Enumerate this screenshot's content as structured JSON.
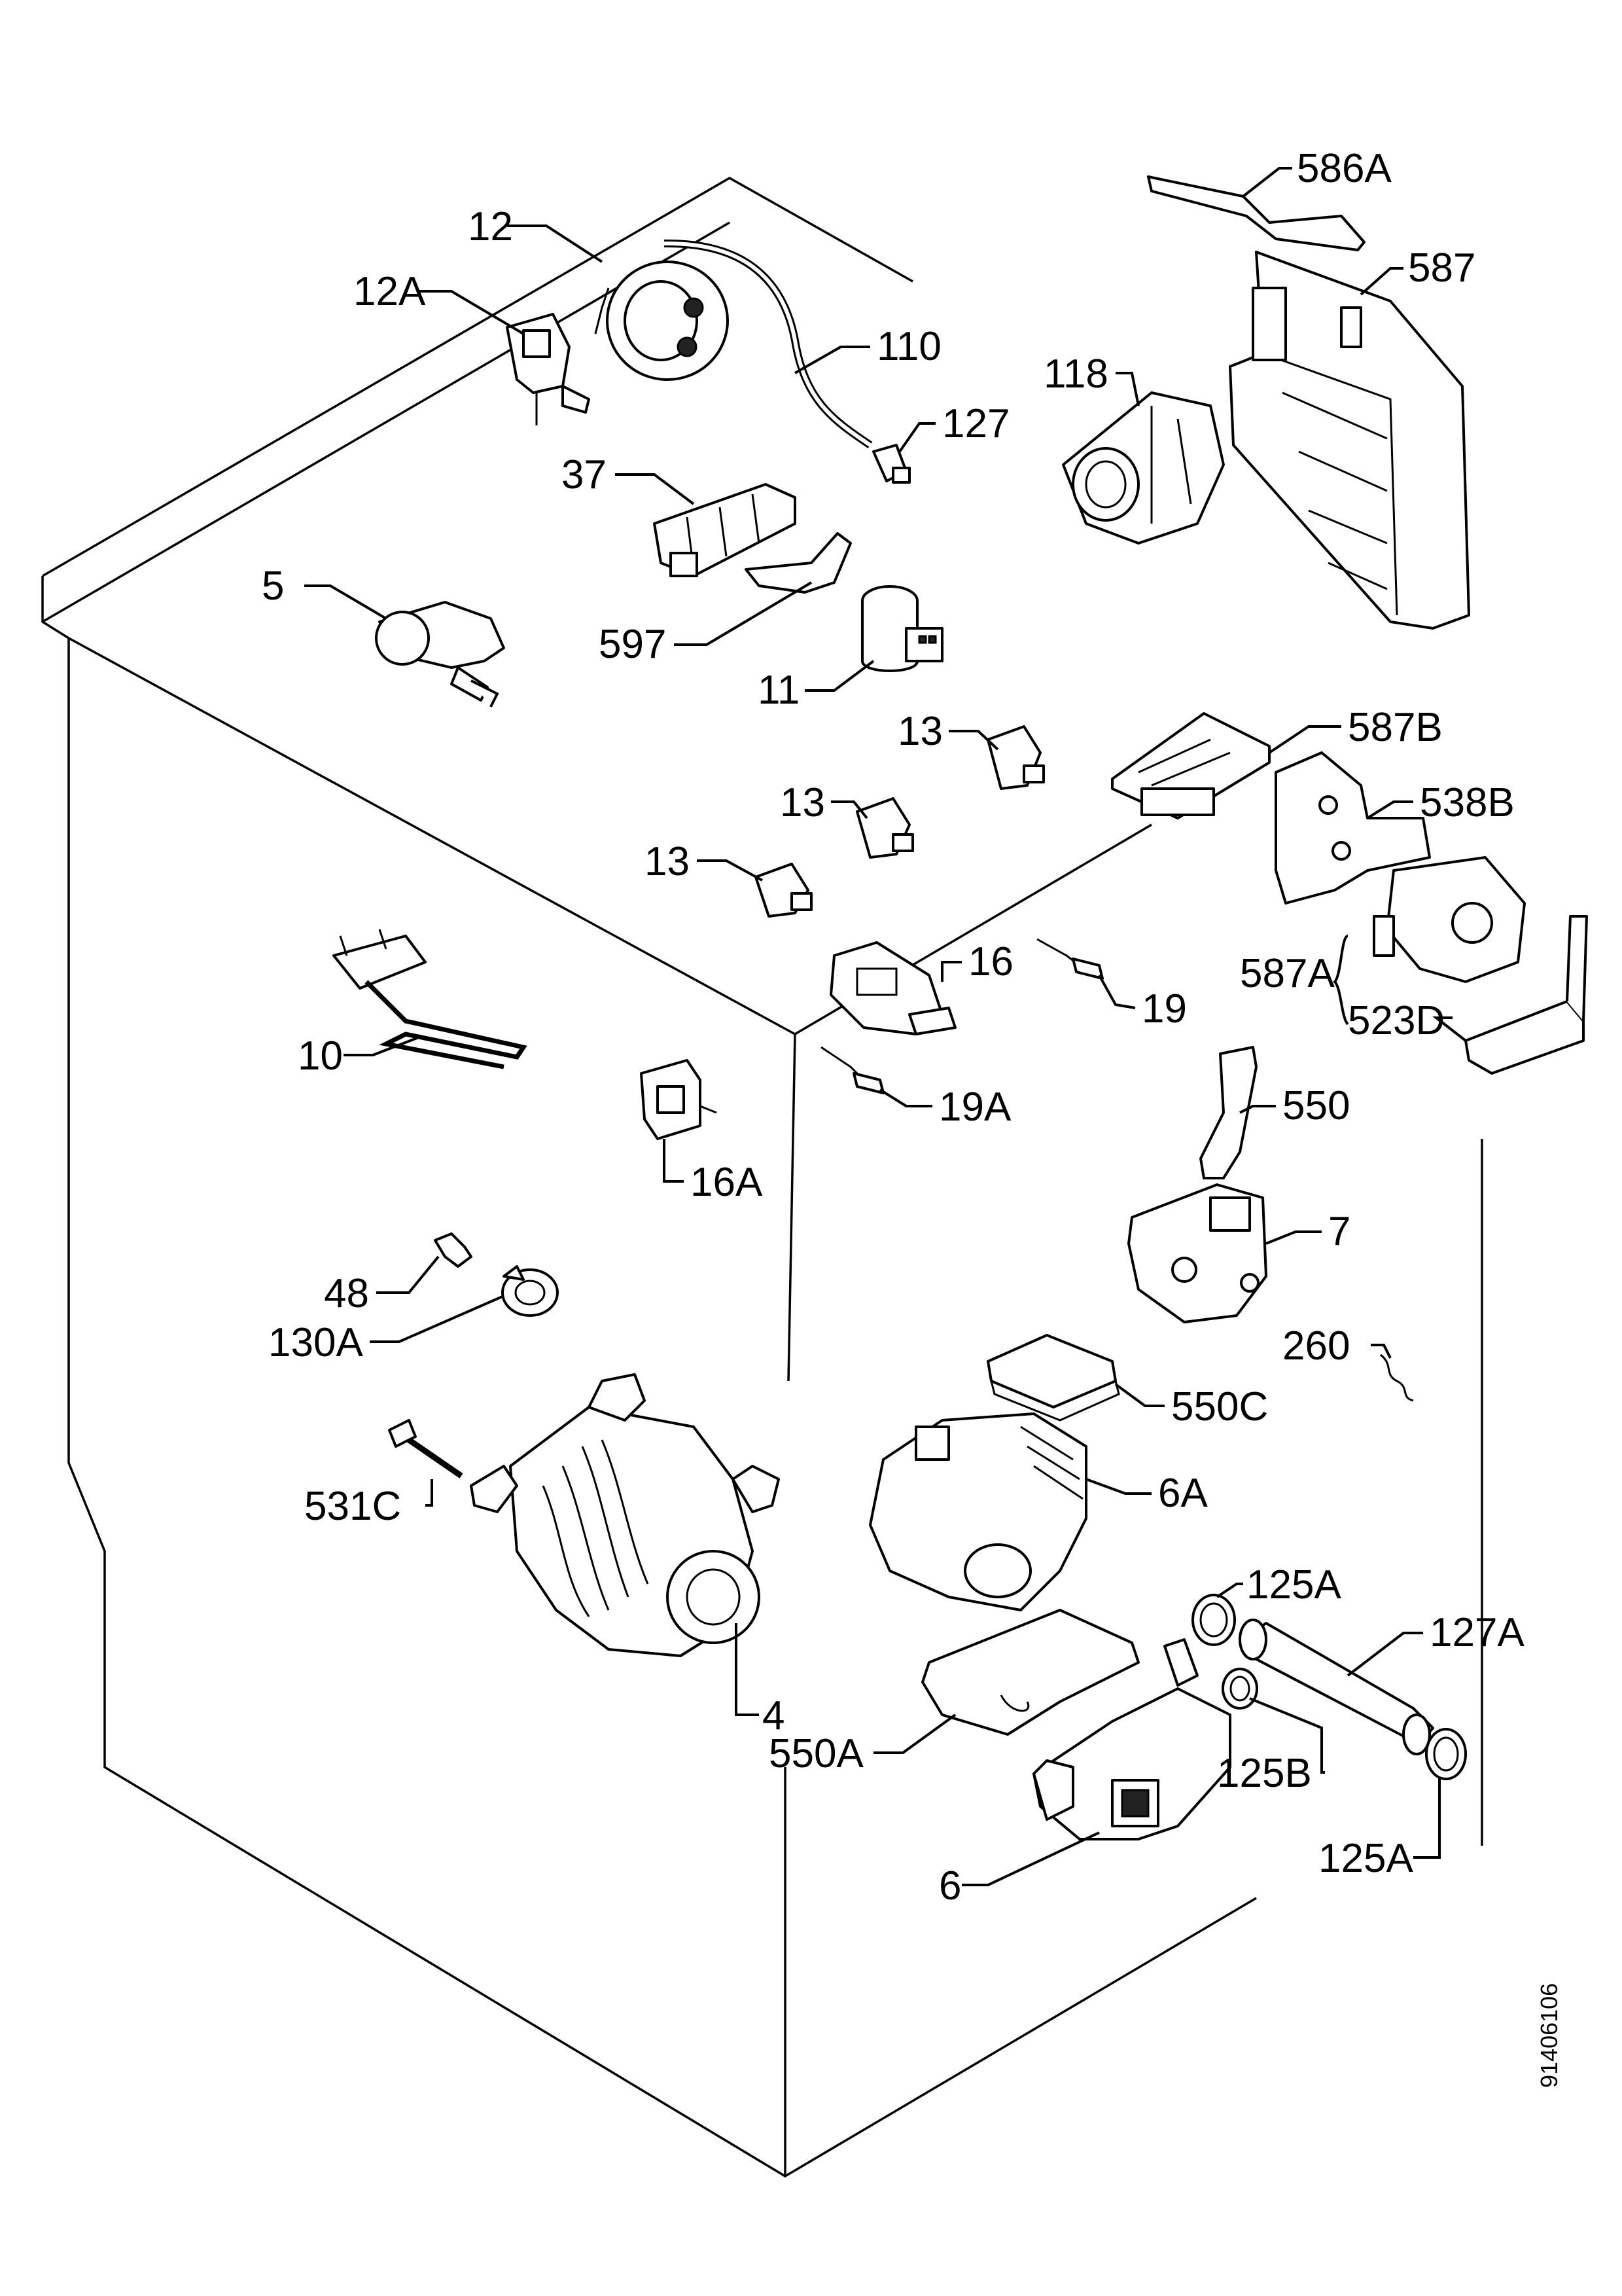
{
  "document_id": "91406106",
  "callouts": [
    {
      "id": "586A",
      "text": "586A"
    },
    {
      "id": "587",
      "text": "587"
    },
    {
      "id": "12",
      "text": "12"
    },
    {
      "id": "12A",
      "text": "12A"
    },
    {
      "id": "110",
      "text": "110"
    },
    {
      "id": "118",
      "text": "118"
    },
    {
      "id": "127",
      "text": "127"
    },
    {
      "id": "37",
      "text": "37"
    },
    {
      "id": "5",
      "text": "5"
    },
    {
      "id": "597",
      "text": "597"
    },
    {
      "id": "11",
      "text": "11"
    },
    {
      "id": "13a",
      "text": "13"
    },
    {
      "id": "587B",
      "text": "587B"
    },
    {
      "id": "13b",
      "text": "13"
    },
    {
      "id": "538B",
      "text": "538B"
    },
    {
      "id": "13c",
      "text": "13"
    },
    {
      "id": "16",
      "text": "16"
    },
    {
      "id": "587A",
      "text": "587A"
    },
    {
      "id": "19",
      "text": "19"
    },
    {
      "id": "523D",
      "text": "523D"
    },
    {
      "id": "10",
      "text": "10"
    },
    {
      "id": "19A",
      "text": "19A"
    },
    {
      "id": "550",
      "text": "550"
    },
    {
      "id": "16A",
      "text": "16A"
    },
    {
      "id": "7",
      "text": "7"
    },
    {
      "id": "48",
      "text": "48"
    },
    {
      "id": "130A",
      "text": "130A"
    },
    {
      "id": "260",
      "text": "260"
    },
    {
      "id": "550C",
      "text": "550C"
    },
    {
      "id": "531C",
      "text": "531C"
    },
    {
      "id": "6A",
      "text": "6A"
    },
    {
      "id": "125A-top",
      "text": "125A"
    },
    {
      "id": "127A",
      "text": "127A"
    },
    {
      "id": "4",
      "text": "4"
    },
    {
      "id": "550A",
      "text": "550A"
    },
    {
      "id": "125B",
      "text": "125B"
    },
    {
      "id": "125A-bottom",
      "text": "125A"
    },
    {
      "id": "6",
      "text": "6"
    }
  ]
}
